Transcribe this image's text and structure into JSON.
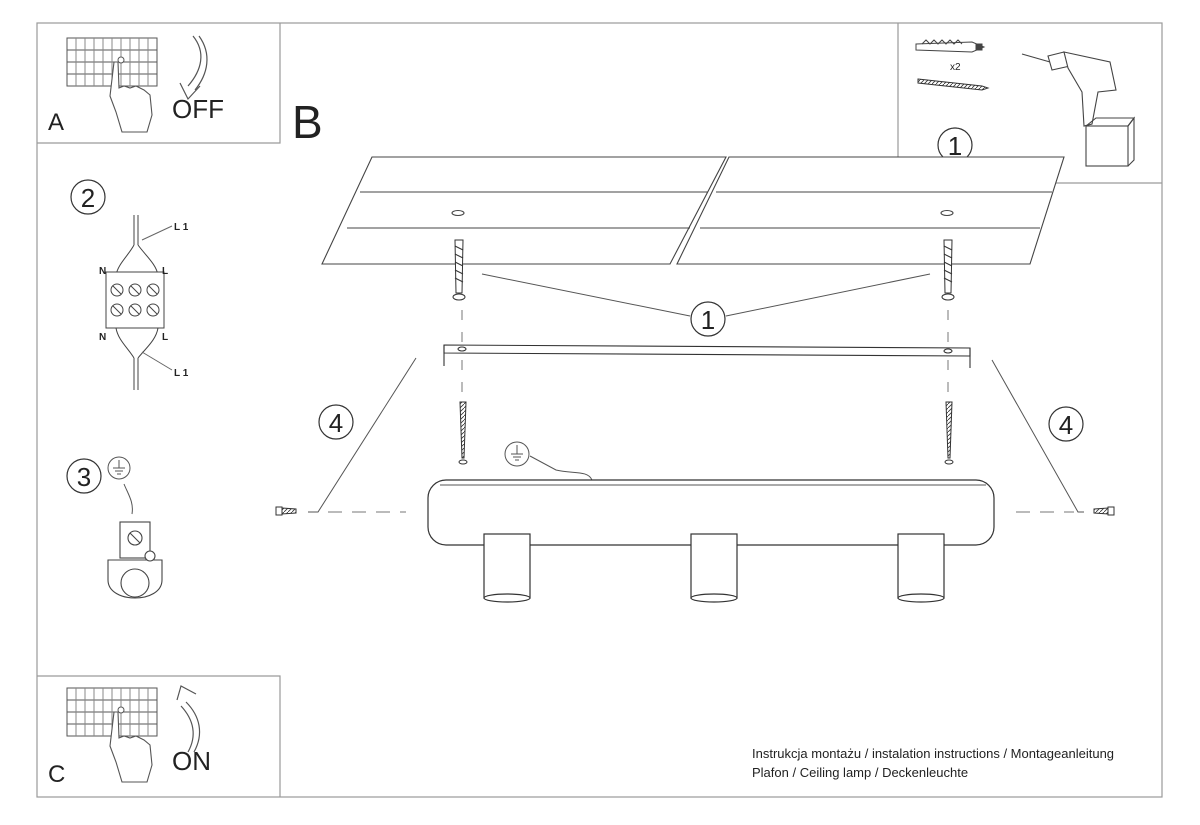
{
  "panels": {
    "power_off": {
      "letter": "A",
      "state": "OFF"
    },
    "power_on": {
      "letter": "C",
      "state": "ON"
    },
    "main": {
      "letter": "B"
    }
  },
  "tools": {
    "step": "1",
    "quantity": "x2"
  },
  "wiring": {
    "step": "2",
    "labels": {
      "l1_top": "L 1",
      "n_top": "N",
      "l_top": "L",
      "n_bottom": "N",
      "l_bottom": "L",
      "l1_bottom": "L 1"
    }
  },
  "earth": {
    "step": "3"
  },
  "assembly": {
    "callout_anchors": "1",
    "callout_screws_left": "4",
    "callout_screws_right": "4"
  },
  "caption": {
    "line1": "Instrukcja montażu / instalation instructions / Montageanleitung",
    "line2": "Plafon / Ceiling lamp / Deckenleuchte"
  }
}
